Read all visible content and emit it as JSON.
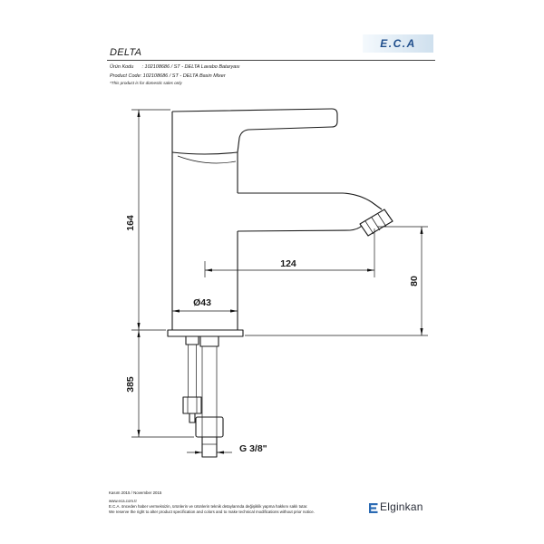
{
  "header": {
    "title": "DELTA",
    "logo_text": "E.C.A",
    "product_code_tr": "Ürün Kodu      : 102108686 / ST - DELTA Lavabo Bataryası",
    "product_code_en": "Product Code: 102108686 / ST - DELTA Basin Mixer",
    "note": "*This product is for domestic sales only"
  },
  "drawing": {
    "dimensions": {
      "overall_height": "164",
      "hose_length": "385",
      "spout_reach": "124",
      "spout_height": "80",
      "body_diameter": "Ø43",
      "connection_thread": "G 3/8\""
    }
  },
  "footer": {
    "date": "Kasım 2015 / November 2015",
    "website": "www.eca.com.tr",
    "disclaimer_tr": "E.C.A. önceden haber vermeksizin, ürünlerin ve ürünlerin teknik detaylarında değişiklik yapma hakkını saklı tutar.",
    "disclaimer_en": "We reserve the right to alter product specification and colors and to make technical modifications without prior notice.",
    "brand": "Elginkan",
    "brand_icon": "elginkan-e-icon"
  },
  "colors": {
    "line": "#1a1a1a",
    "logo_blue": "#1f4e8c",
    "logo_bg": "#cfe0ee",
    "brand_blue": "#2a6ab3"
  }
}
